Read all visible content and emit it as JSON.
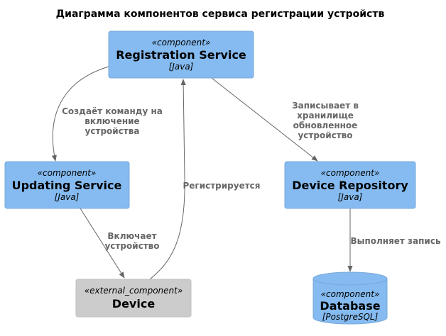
{
  "title": "Диаграмма компонентов сервиса регистрации устройств",
  "colors": {
    "component_fill": "#85BBF0",
    "component_stroke": "#78A8D8",
    "external_fill": "#CCCCCC",
    "external_stroke": "#BFBFBF",
    "text": "#000000",
    "edge": "#666666"
  },
  "nodes": {
    "registration_service": {
      "stereotype": "«component»",
      "name": "Registration Service",
      "technology": "[Java]"
    },
    "updating_service": {
      "stereotype": "«component»",
      "name": "Updating Service",
      "technology": "[Java]"
    },
    "device_repository": {
      "stereotype": "«component»",
      "name": "Device Repository",
      "technology": "[Java]"
    },
    "device": {
      "stereotype": "«external_component»",
      "name": "Device"
    },
    "database": {
      "stereotype": "«component»",
      "name": "Database",
      "technology": "[PostgreSQL]"
    }
  },
  "edges": {
    "reg_to_updating": {
      "lines": [
        "Создаёт команду на",
        "включение",
        "устройства"
      ]
    },
    "reg_to_repository": {
      "lines": [
        "Записывает в",
        "хранилище",
        "обновленное",
        "устройство"
      ]
    },
    "device_to_reg": {
      "lines": [
        "Регистрируется"
      ]
    },
    "updating_to_device": {
      "lines": [
        "Включает",
        "устройство"
      ]
    },
    "repository_to_db": {
      "lines": [
        "Выполняет запись"
      ]
    }
  }
}
